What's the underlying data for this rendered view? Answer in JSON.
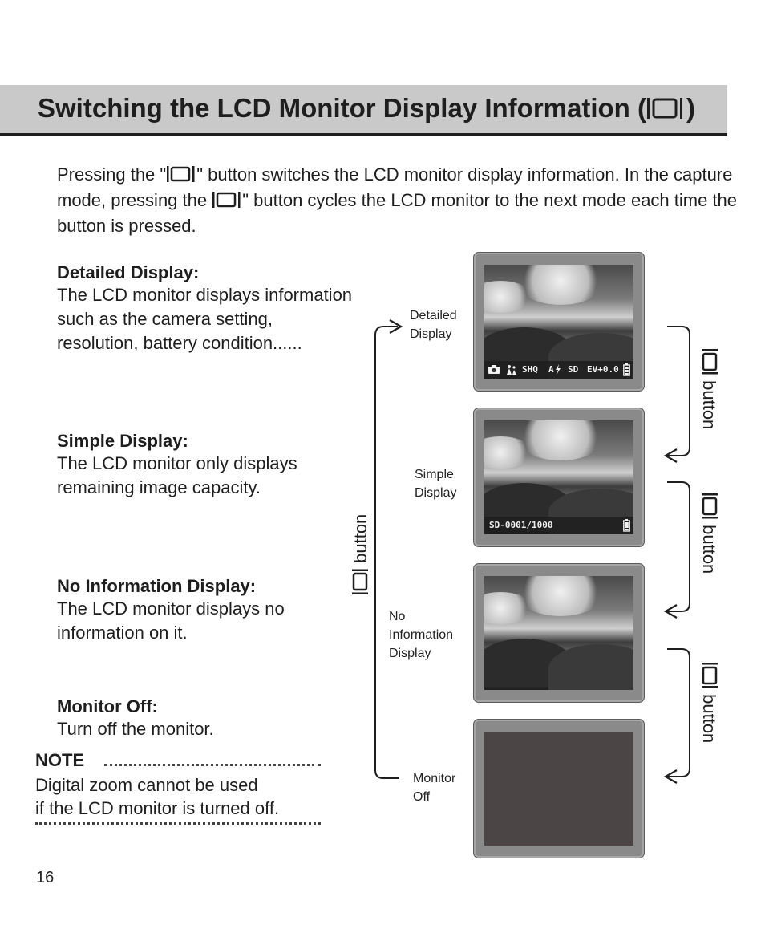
{
  "title": {
    "text": "Switching the LCD Monitor Display Information (",
    "close": ")"
  },
  "intro": {
    "part1": "Pressing the \"",
    "part2": "\" button switches the LCD monitor display information. In the capture mode, pressing the ",
    "part3": "\" button cycles the LCD monitor to the next mode each time the button is pressed."
  },
  "sections": [
    {
      "heading": "Detailed Display:",
      "body": "The LCD monitor displays information such as the camera setting, resolution, battery condition......"
    },
    {
      "heading": "Simple Display:",
      "body": "The LCD monitor only displays remaining image capacity."
    },
    {
      "heading": "No Information Display:",
      "body": "The LCD monitor displays no information on it."
    },
    {
      "heading": "Monitor Off:",
      "body": "Turn off the monitor."
    }
  ],
  "note": {
    "label": "NOTE",
    "line1": "Digital zoom cannot be used",
    "line2": "if the LCD monitor is turned off."
  },
  "monitors": [
    {
      "label_line1": "Detailed",
      "label_line2": "Display"
    },
    {
      "label_line1": "Simple",
      "label_line2": "Display"
    },
    {
      "label_line1": "No",
      "label_line2": "Information",
      "label_line3": "Display"
    },
    {
      "label_line1": "Monitor",
      "label_line2": "Off"
    }
  ],
  "detailed_bar": {
    "quality": "SHQ",
    "flash": "A",
    "media": "SD",
    "ev": "EV+0.0"
  },
  "simple_bar": {
    "counter": "SD-0001/1000"
  },
  "button_label": "button",
  "page_number": "16",
  "icons": [
    "display-button-icon",
    "camera-icon",
    "scene-icon",
    "flash-icon",
    "battery-icon"
  ]
}
